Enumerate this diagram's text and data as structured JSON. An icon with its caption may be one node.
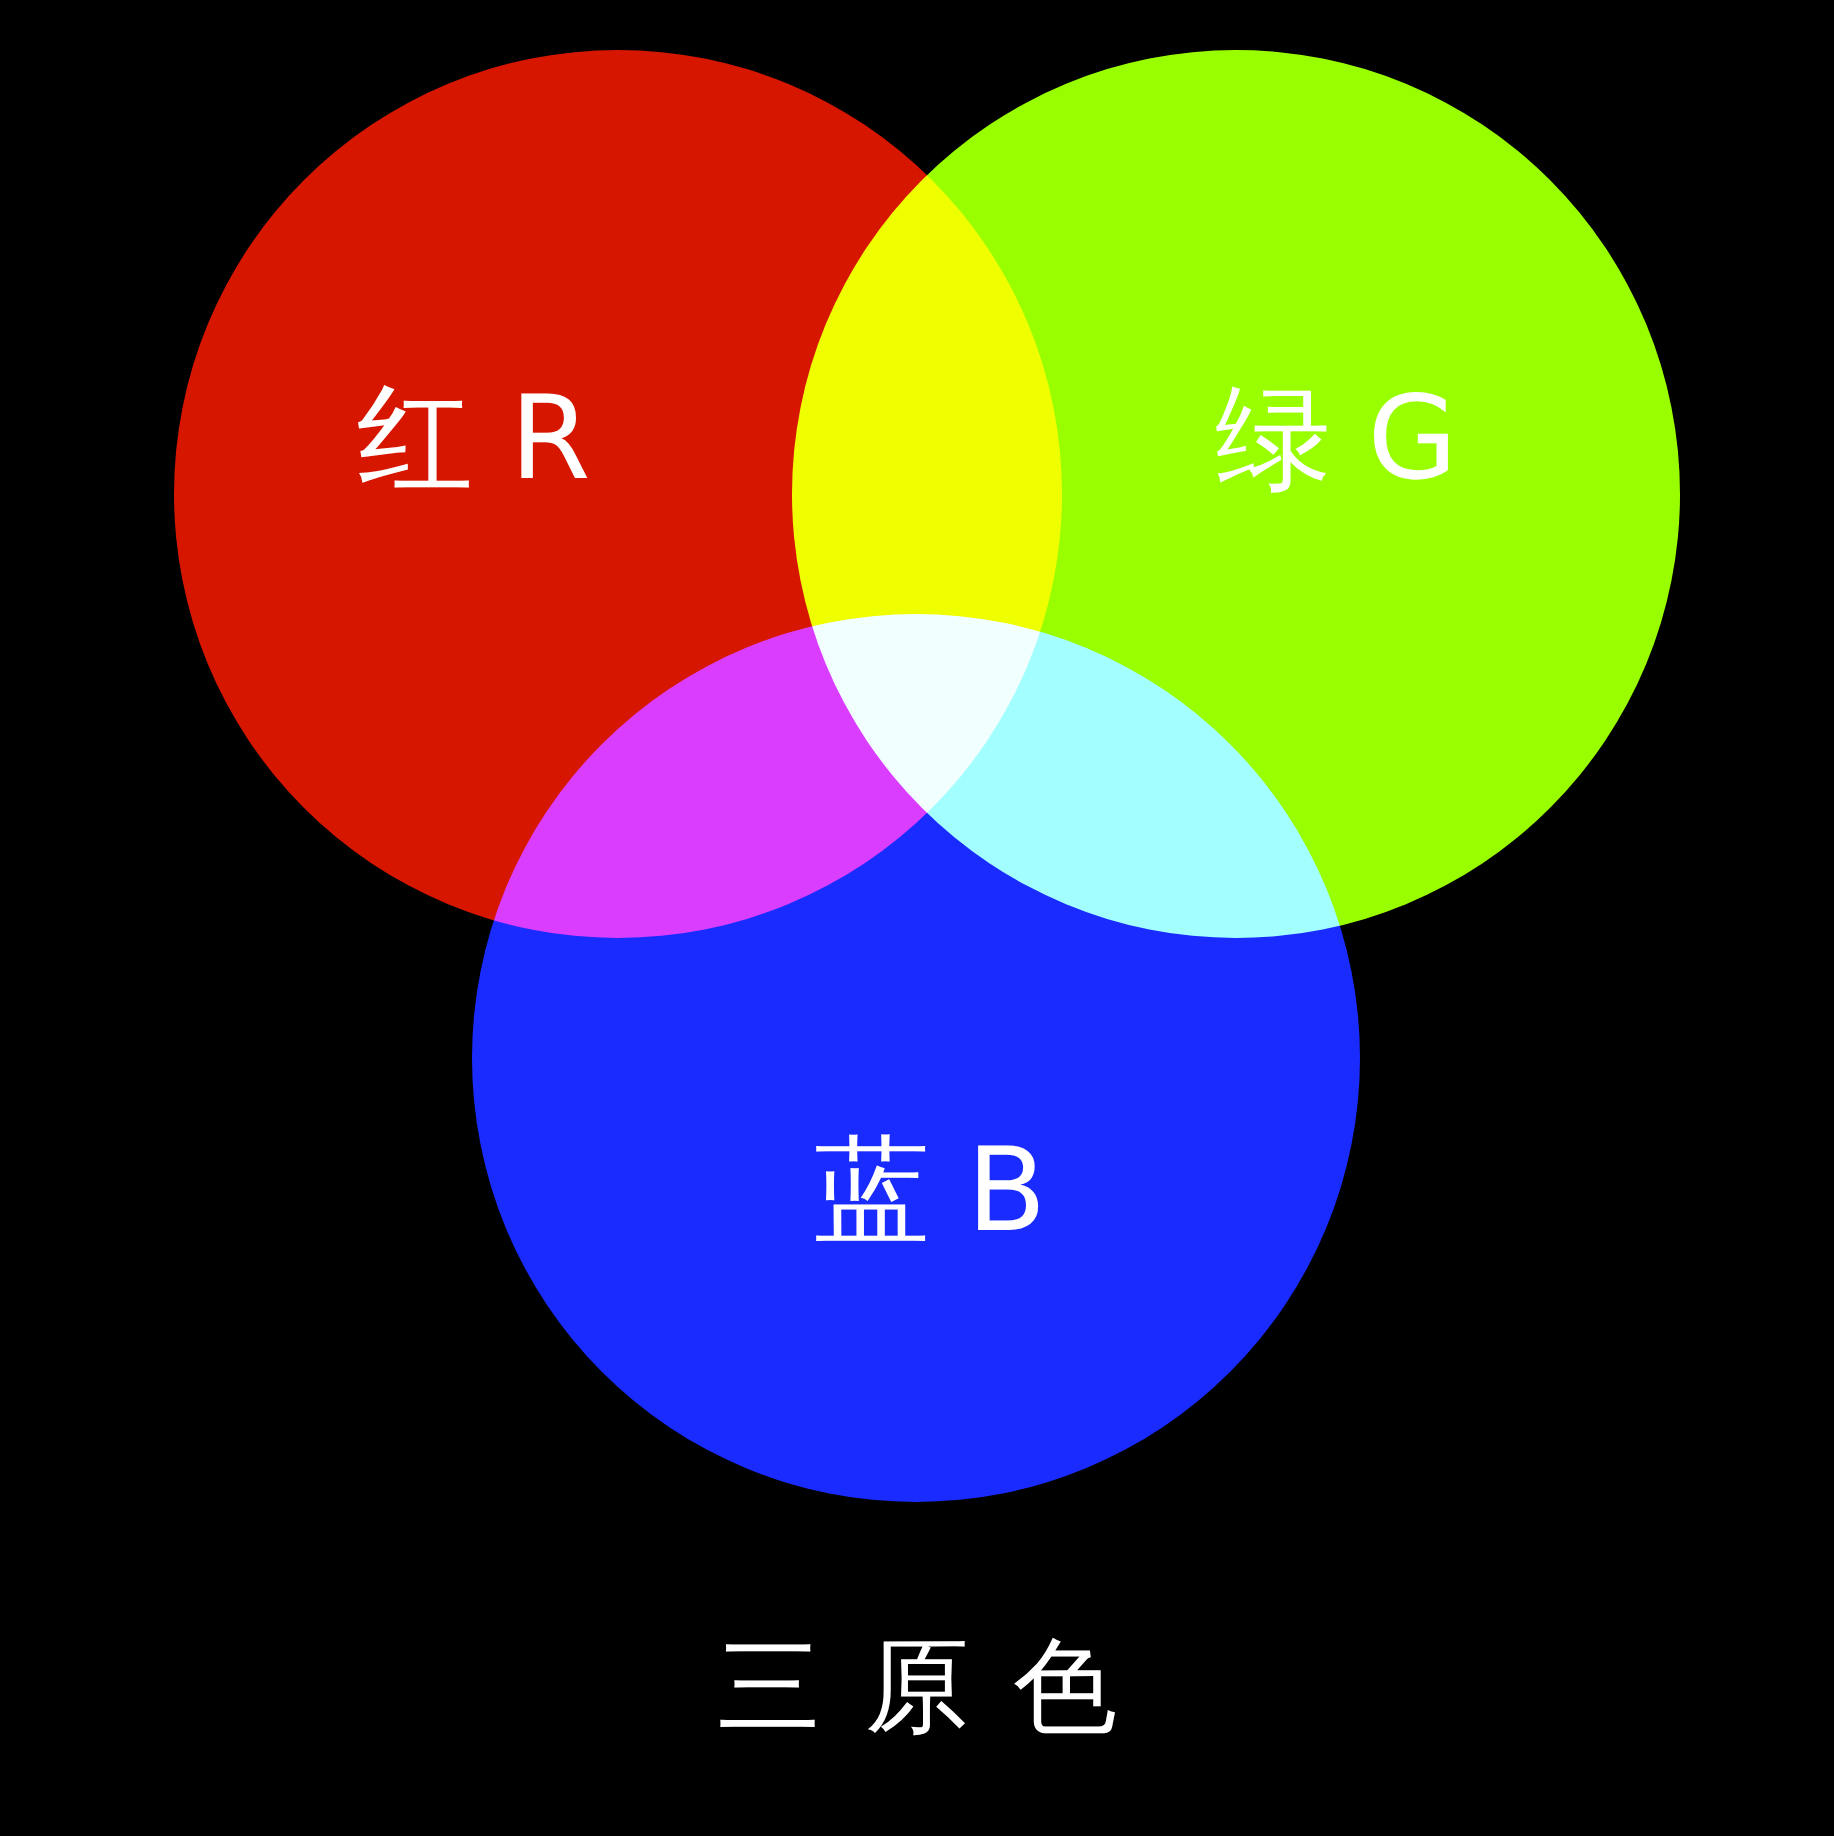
{
  "diagram": {
    "caption": "三原色",
    "nodes": [
      {
        "text": [
          "红 R"
        ]
      },
      {
        "text": [
          "绿 G"
        ]
      },
      {
        "text": [
          "蓝 B"
        ]
      }
    ],
    "edges": []
  }
}
